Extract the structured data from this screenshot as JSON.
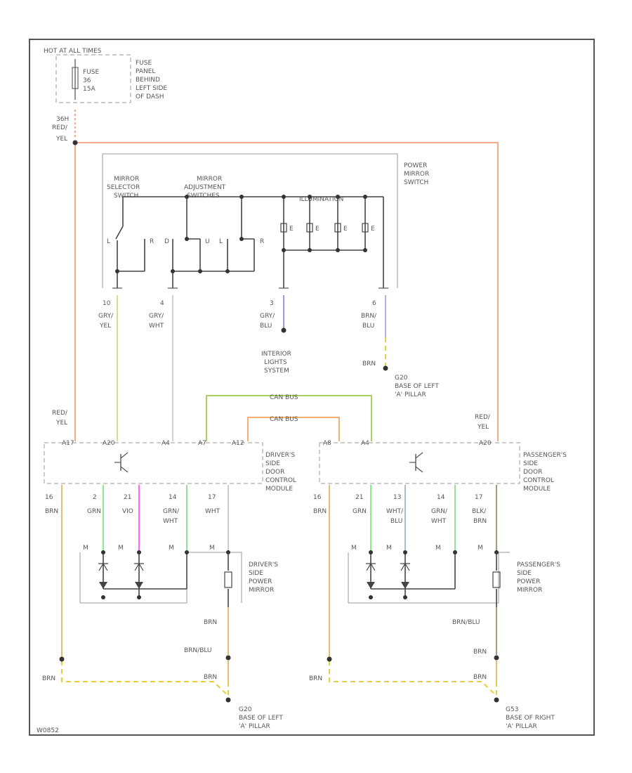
{
  "colors": {
    "red_yel": "#f7a98a",
    "gry_yel": "#d8dc8e",
    "gry_wht": "#d0d0d0",
    "gry_blu": "#9999ee",
    "brn_blu": "#b7b0e6",
    "grn_yel_bus": "#a8d060",
    "orn_brn_bus": "#f2b070",
    "grn": "#88ee88",
    "vio": "#ff66ff",
    "grn_wht": "#99dd99",
    "wht": "#cccccc",
    "wht_blu": "#aabbcc",
    "blk_brn": "#aa9977",
    "brn": "#e2c070",
    "brn_dash": "#e8cc40"
  },
  "fuse_panel": {
    "header": "HOT AT ALL TIMES",
    "fuse": [
      "FUSE",
      "36",
      "15A"
    ],
    "location": [
      "FUSE",
      "PANEL",
      "BEHIND",
      "LEFT SIDE",
      "OF DASH"
    ]
  },
  "feed_wire": [
    "36H",
    "RED/",
    "YEL"
  ],
  "power_mirror_switch": {
    "name": [
      "POWER",
      "MIRROR",
      "SWITCH"
    ],
    "selector": [
      "MIRROR",
      "SELECTOR",
      "SWITCH"
    ],
    "adjustment": [
      "MIRROR",
      "ADJUSTMENT",
      "SWITCHES"
    ],
    "illumination": "ILLUMINATION",
    "pos_left": "L",
    "pos_right": "R",
    "pos_up": "U",
    "pos_down": "D",
    "bulb_mark": "E"
  },
  "switch_wires": [
    {
      "pin": "10",
      "color": [
        "GRY/",
        "YEL"
      ]
    },
    {
      "pin": "4",
      "color": [
        "GRY/",
        "WHT"
      ]
    },
    {
      "pin": "3",
      "color": [
        "GRY/",
        "BLU"
      ]
    },
    {
      "pin": "6",
      "color": [
        "BRN/",
        "BLU"
      ]
    }
  ],
  "interior_lights": [
    "INTERIOR",
    "LIGHTS",
    "SYSTEM"
  ],
  "ground_switch": {
    "wire": "BRN",
    "name": "G20",
    "loc": [
      "BASE OF LEFT",
      "'A' PILLAR"
    ]
  },
  "can_bus": {
    "top": "CAN BUS",
    "bottom": "CAN BUS"
  },
  "left_module": {
    "name": [
      "DRIVER'S",
      "SIDE",
      "DOOR",
      "CONTROL",
      "MODULE"
    ],
    "top_pins": [
      "A17",
      "A20",
      "A4",
      "A7",
      "A12"
    ],
    "feed": [
      "RED/",
      "YEL"
    ]
  },
  "right_module": {
    "name": [
      "PASSENGER'S",
      "SIDE",
      "DOOR",
      "CONTROL",
      "MODULE"
    ],
    "top_pins": [
      "A8",
      "A4",
      "A20"
    ],
    "feed": [
      "RED/",
      "YEL"
    ]
  },
  "left_outputs": [
    {
      "pin": "16",
      "color": [
        "BRN"
      ]
    },
    {
      "pin": "2",
      "color": [
        "GRN"
      ]
    },
    {
      "pin": "21",
      "color": [
        "VIO"
      ]
    },
    {
      "pin": "14",
      "color": [
        "GRN/",
        "WHT"
      ]
    },
    {
      "pin": "17",
      "color": [
        "WHT"
      ]
    }
  ],
  "right_outputs": [
    {
      "pin": "16",
      "color": [
        "BRN"
      ]
    },
    {
      "pin": "21",
      "color": [
        "GRN"
      ]
    },
    {
      "pin": "13",
      "color": [
        "WHT/",
        "BLU"
      ]
    },
    {
      "pin": "14",
      "color": [
        "GRN/",
        "WHT"
      ]
    },
    {
      "pin": "17",
      "color": [
        "BLK/",
        "BRN"
      ]
    }
  ],
  "mirror_tag": "M",
  "left_mirror": {
    "name": [
      "DRIVER'S",
      "SIDE",
      "POWER",
      "MIRROR"
    ]
  },
  "right_mirror": {
    "name": [
      "PASSENGER'S",
      "SIDE",
      "POWER",
      "MIRROR"
    ]
  },
  "left_ground": {
    "mirror_wires": [
      "BRN",
      "BRN/BLU"
    ],
    "module_wire": "BRN",
    "joint_wire": "BRN",
    "name": "G20",
    "loc": [
      "BASE OF LEFT",
      "'A' PILLAR"
    ]
  },
  "right_ground": {
    "mirror_wires": [
      "BRN/BLU",
      "BRN"
    ],
    "module_wire": "BRN",
    "joint_wire": "BRN",
    "name": "G53",
    "loc": [
      "BASE OF RIGHT",
      "'A' PILLAR"
    ]
  },
  "footer_code": "W0852"
}
